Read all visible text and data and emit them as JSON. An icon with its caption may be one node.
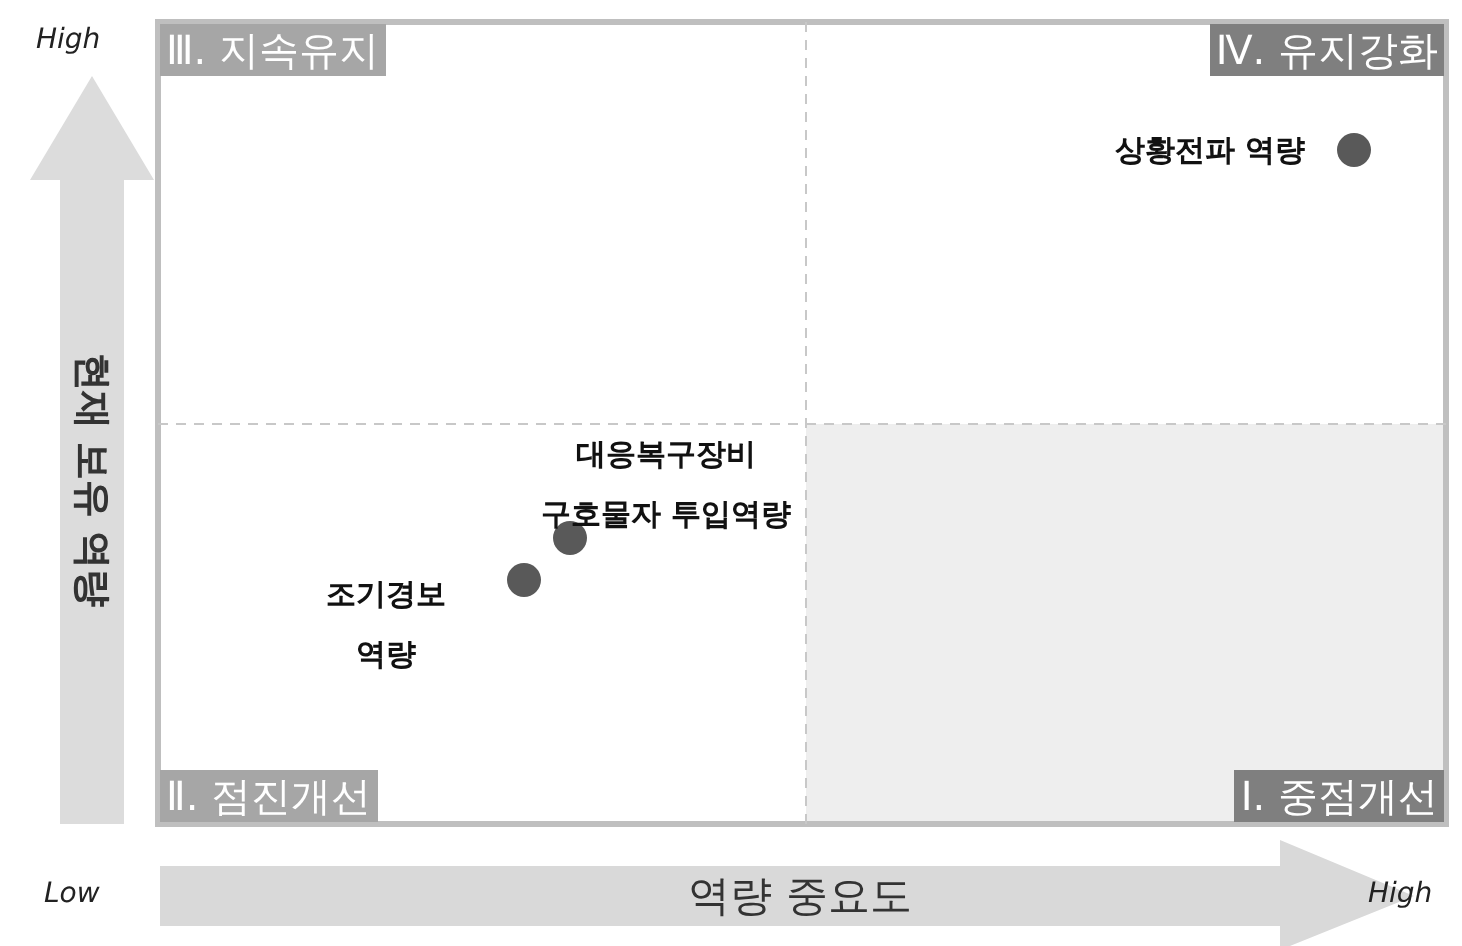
{
  "diagram": {
    "nodes": [
      {
        "text": [
          "Ⅲ. 지속유지"
        ]
      },
      {
        "text": [
          "Ⅳ. 유지강화"
        ]
      },
      {
        "text": [],
        "shape": "circle",
        "beside": [
          "상황전파 역량"
        ]
      },
      {
        "text": [],
        "shape": "circle",
        "beside": [
          "대응복구장비 구호물자 투입역량"
        ]
      },
      {
        "text": [],
        "shape": "circle",
        "beside": [
          "조기경보 역량"
        ]
      },
      {
        "text": [
          "Ⅱ. 점진개선"
        ]
      },
      {
        "text": [
          "Ⅰ. 중점개선"
        ]
      }
    ],
    "edges": [],
    "labels": [
      "High",
      "현재 보유 역량",
      "Low",
      "역량 중요도",
      "High"
    ]
  }
}
